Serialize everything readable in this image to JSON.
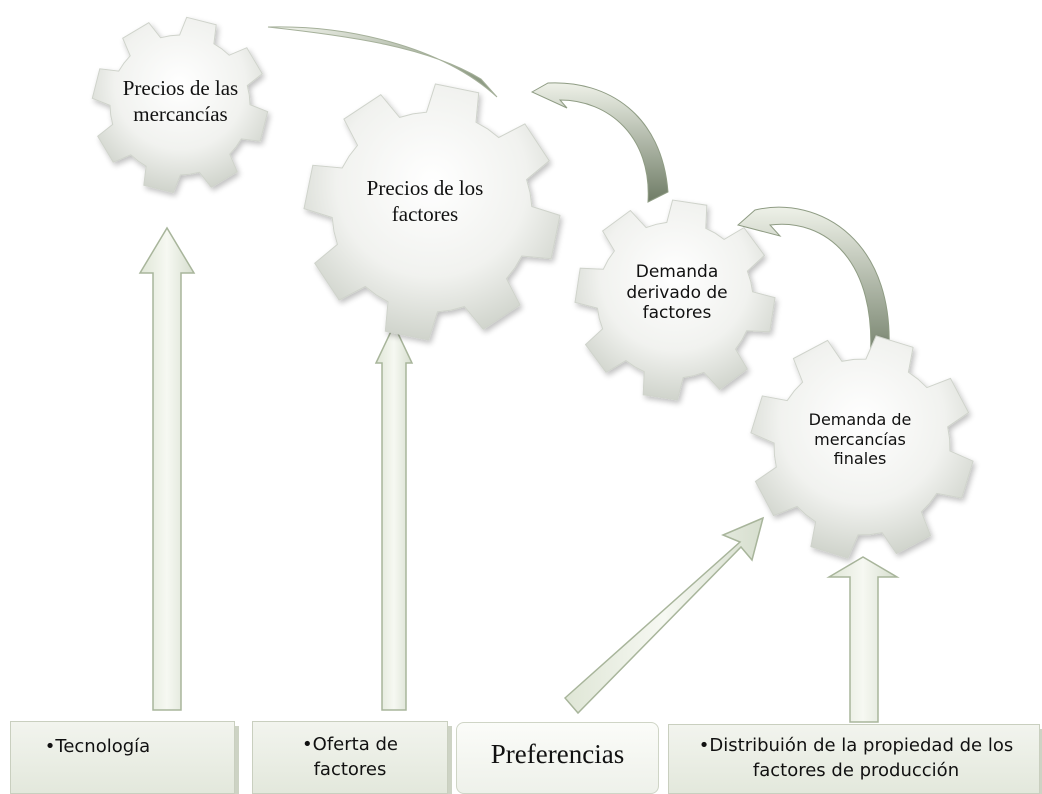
{
  "gears": {
    "mercancias": {
      "label": "Precios de las mercancías"
    },
    "factores": {
      "label": "Precios de los factores"
    },
    "derivada": {
      "label": "Demanda derivado de factores"
    },
    "finales": {
      "label": "Demanda de mercancías finales"
    }
  },
  "boxes": {
    "tecnologia": {
      "label": "•Tecnología"
    },
    "oferta": {
      "label": "•Oferta de factores"
    },
    "preferencias": {
      "label": "Preferencias"
    },
    "distribucion": {
      "label": "•Distribuión de la propiedad de los factores de producción"
    }
  },
  "colors": {
    "gear_light": "#ffffff",
    "gear_dark": "#cfd3cb",
    "arrow_fill": "#e9eee2",
    "arrow_stroke": "#a8b59b",
    "curve_light": "#eef1e7",
    "curve_dark": "#7d8b74"
  }
}
